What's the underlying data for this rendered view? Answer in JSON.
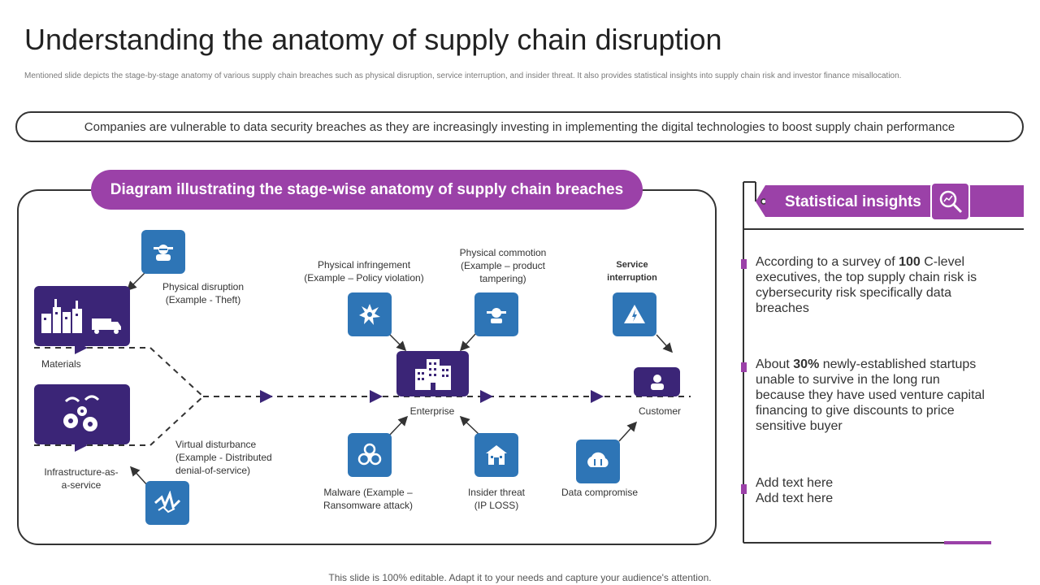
{
  "title": "Understanding the anatomy of supply chain disruption",
  "subtitle": "Mentioned slide depicts the stage-by-stage anatomy of various supply chain breaches such as physical disruption, service interruption, and insider threat. It also provides statistical insights into supply chain risk and investor finance misallocation.",
  "banner": "Companies are vulnerable  to data security breaches as they  are increasingly investing in implementing the digital technologies to boost supply chain performance",
  "diagram": {
    "heading": "Diagram illustrating the stage-wise anatomy of supply chain breaches",
    "materials": "Materials",
    "infrastructure_line1": "Infrastructure-as-",
    "infrastructure_line2": "a-service",
    "physical_disruption_line1": "Physical disruption",
    "physical_disruption_line2": "(Example - Theft)",
    "virtual_line1": "Virtual disturbance",
    "virtual_line2": "(Example - Distributed",
    "virtual_line3": "denial-of-service)",
    "physical_infringement_line1": "Physical infringement",
    "physical_infringement_line2": "(Example – Policy violation)",
    "physical_commotion_line1": "Physical commotion",
    "physical_commotion_line2": "(Example – product",
    "physical_commotion_line3": "tampering)",
    "service_line1": "Service",
    "service_line2": "interruption",
    "enterprise": "Enterprise",
    "customer": "Customer",
    "malware_line1": "Malware (Example –",
    "malware_line2": "Ransomware  attack)",
    "insider_line1": "Insider threat",
    "insider_line2": "(IP LOSS)",
    "data_compromise": "Data compromise"
  },
  "insights": {
    "heading": "Statistical insights",
    "stat1_pre": "According to a survey  of ",
    "stat1_bold": "100",
    "stat1_post": " C-level executives, the top supply chain risk is cybersecurity risk specifically data breaches",
    "stat2_pre": "About ",
    "stat2_bold": "30%",
    "stat2_post": " newly-established startups unable to survive in the long run because they have used venture capital financing to give discounts to price sensitive buyer",
    "stat3_line1": "Add text here",
    "stat3_line2": "Add text here"
  },
  "footer": "This slide is 100% editable. Adapt it to your needs and capture your audience's attention.",
  "colors": {
    "accent": "#9b41a8",
    "icon_blue": "#2e75b6",
    "icon_purple": "#3b2577",
    "line": "#333333"
  },
  "icons": [
    "thief-icon",
    "factory-truck-icon",
    "gears-icon",
    "lightning-icon",
    "explosion-icon",
    "tamper-icon",
    "warning-icon",
    "enterprise-building-icon",
    "customer-icon",
    "biohazard-icon",
    "insider-house-icon",
    "cloud-data-icon",
    "magnifier-chart-icon"
  ]
}
